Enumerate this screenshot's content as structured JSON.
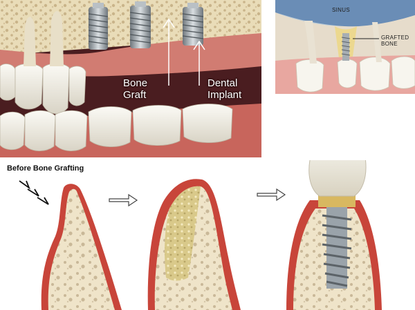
{
  "main_illustration": {
    "labels": {
      "bone_graft_line1": "Bone",
      "bone_graft_line2": "Graft",
      "dental_implant_line1": "Dental",
      "dental_implant_line2": "Implant"
    }
  },
  "sinus_illustration": {
    "labels": {
      "sinus": "SINUS",
      "grafted_line1": "GRAFTED",
      "grafted_line2": "BONE"
    }
  },
  "sequence": {
    "title": "Before Bone Grafting"
  },
  "colors": {
    "gum": "#d8847a",
    "gum_edge": "#c8453a",
    "bone": "#efe4c9",
    "bone_pore": "#c9b898",
    "graft": "#e6d79a",
    "tooth": "#f7f5ee",
    "implant": "#9aa3aa",
    "background_dark": "#4a1d20",
    "sinus_bg": "#b6c9d8"
  }
}
